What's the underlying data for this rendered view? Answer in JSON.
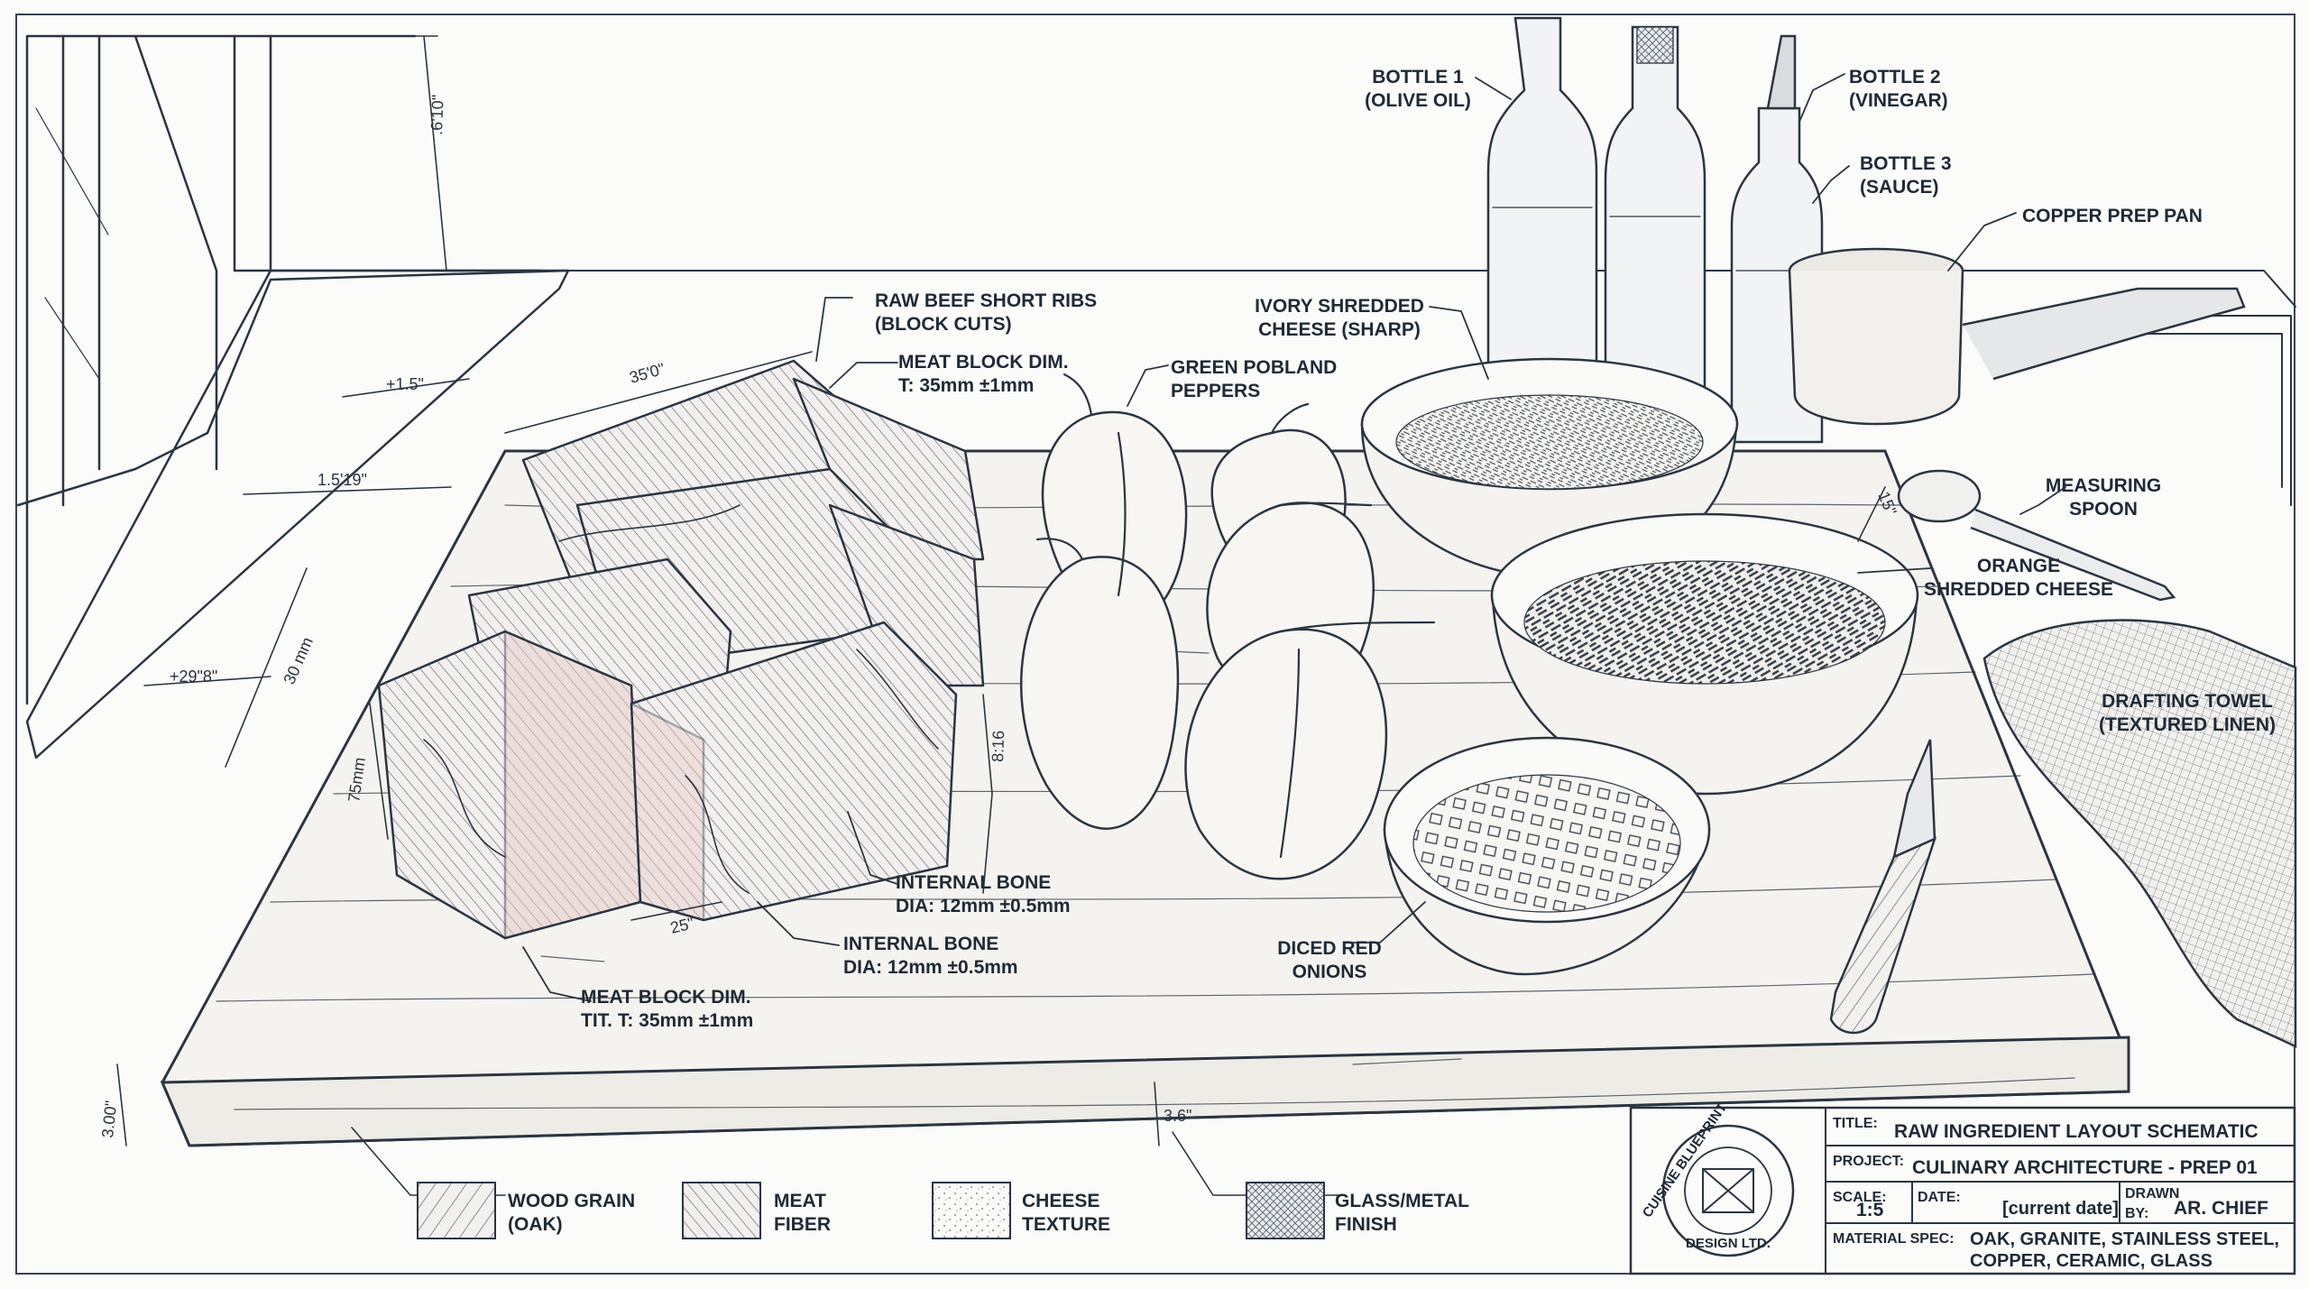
{
  "callouts": {
    "bottle1": [
      "BOTTLE 1",
      "(OLIVE OIL)"
    ],
    "bottle2": [
      "BOTTLE 2",
      "(VINEGAR)"
    ],
    "bottle3": [
      "BOTTLE 3",
      "(SAUCE)"
    ],
    "pan": [
      "COPPER PREP PAN"
    ],
    "ribs": [
      "RAW BEEF SHORT RIBS",
      "(BLOCK CUTS)"
    ],
    "meat_dim_top": [
      "MEAT BLOCK DIM.",
      "T: 35mm ±1mm"
    ],
    "peppers": [
      "GREEN POBLAND",
      "PEPPERS"
    ],
    "ivory_cheese": [
      "IVORY SHREDDED",
      "CHEESE (SHARP)"
    ],
    "spoon": [
      "MEASURING",
      "SPOON"
    ],
    "orange_cheese": [
      "ORANGE",
      "SHREDDED CHEESE"
    ],
    "towel": [
      "DRAFTING TOWEL",
      "(TEXTURED LINEN)"
    ],
    "bone1": [
      "INTERNAL BONE",
      "DIA: 12mm ±0.5mm"
    ],
    "bone2": [
      "INTERNAL BONE",
      "DIA: 12mm ±0.5mm"
    ],
    "onions": [
      "DICED RED",
      "ONIONS"
    ],
    "meat_dim_bottom": [
      "MEAT BLOCK DIM.",
      "TIT. T: 35mm ±1mm"
    ]
  },
  "dimensions": {
    "d610": ".6'10\"",
    "d15": "+1.5\"",
    "d1519": "1.5'19\"",
    "d298": "+29\"8\"",
    "d30mm": "30 mm",
    "d350": "35'0\"",
    "d75mm": "75mm",
    "d816": "8:16",
    "d25": "25\"",
    "d15b": "15\"",
    "d300": "3.00\"",
    "d36": "3.6\""
  },
  "legend": [
    {
      "lines": [
        "WOOD GRAIN",
        "(OAK)"
      ],
      "pattern": "wood"
    },
    {
      "lines": [
        "MEAT",
        "FIBER"
      ],
      "pattern": "meat"
    },
    {
      "lines": [
        "CHEESE",
        "TEXTURE"
      ],
      "pattern": "cheese"
    },
    {
      "lines": [
        "GLASS/METAL",
        "FINISH"
      ],
      "pattern": "glass"
    }
  ],
  "title_block": {
    "seal": {
      "top": "CUISINE BLUEPRINT",
      "bottom": "DESIGN LTD."
    },
    "title_label": "TITLE:",
    "title_value": "RAW INGREDIENT LAYOUT SCHEMATIC",
    "project_label": "PROJECT:",
    "project_value": "CULINARY ARCHITECTURE - PREP 01",
    "scale_label": "SCALE:",
    "scale_value": "1:5",
    "date_label": "DATE:",
    "date_value": "[current date]",
    "drawn_label_1": "DRAWN",
    "drawn_label_2": "BY:",
    "drawn_value": "AR. CHIEF",
    "material_label": "MATERIAL SPEC:",
    "material_line1": "OAK, GRANITE, STAINLESS STEEL,",
    "material_line2": "COPPER, CERAMIC, GLASS"
  },
  "colors": {
    "ink": "#2b3542",
    "paper": "#fbfbfa",
    "meat_tint": "#e9c9c4"
  }
}
